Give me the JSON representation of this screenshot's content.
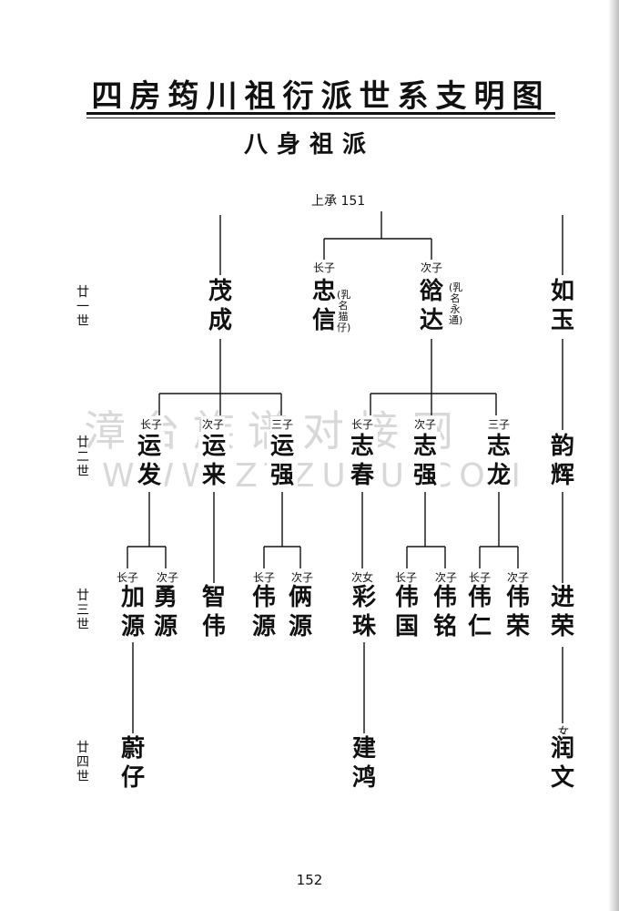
{
  "title": "四房筠川祖衍派世系支明图",
  "subtitle": "八身祖派",
  "top_label": "上承 151",
  "page_number": "152",
  "watermark": {
    "line1": "漳台族谱对接网",
    "line2": "WWW.ZTZUPU.COM"
  },
  "generations": [
    {
      "id": "g21",
      "label": "廿一世"
    },
    {
      "id": "g22",
      "label": "廿二世"
    },
    {
      "id": "g23",
      "label": "廿三世"
    },
    {
      "id": "g24",
      "label": "廿四世"
    }
  ],
  "people": [
    {
      "id": "maocheng",
      "name": "茂成",
      "rel": ""
    },
    {
      "id": "zhongxin",
      "name": "忠信",
      "rel": "长子",
      "note": "(乳名猫仔)"
    },
    {
      "id": "hengda",
      "name": "谽达",
      "rel": "次子",
      "note": "(乳名永通)"
    },
    {
      "id": "ruyu",
      "name": "如玉",
      "rel": ""
    },
    {
      "id": "yunfa",
      "name": "运发",
      "rel": "长子"
    },
    {
      "id": "yunlai",
      "name": "运来",
      "rel": "次子"
    },
    {
      "id": "yunqiang",
      "name": "运强",
      "rel": "三子"
    },
    {
      "id": "zhichun",
      "name": "志春",
      "rel": "长子"
    },
    {
      "id": "zhiqiang",
      "name": "志强",
      "rel": "次子"
    },
    {
      "id": "zhilong",
      "name": "志龙",
      "rel": "三子"
    },
    {
      "id": "yunhui",
      "name": "韵辉",
      "rel": ""
    },
    {
      "id": "jiayuan",
      "name": "加源",
      "rel": "长子"
    },
    {
      "id": "yongyuan",
      "name": "勇源",
      "rel": "次子"
    },
    {
      "id": "zhiwei",
      "name": "智伟",
      "rel": ""
    },
    {
      "id": "weiyuan",
      "name": "伟源",
      "rel": "长子"
    },
    {
      "id": "liangyuan",
      "name": "俩源",
      "rel": "次子"
    },
    {
      "id": "caizhu",
      "name": "彩珠",
      "rel": "次女"
    },
    {
      "id": "weiguo",
      "name": "伟国",
      "rel": "长子"
    },
    {
      "id": "weiming",
      "name": "伟铭",
      "rel": "次子"
    },
    {
      "id": "weiren",
      "name": "伟仁",
      "rel": "长子"
    },
    {
      "id": "weirong",
      "name": "伟荣",
      "rel": "次子"
    },
    {
      "id": "jinrong",
      "name": "进荣",
      "rel": ""
    },
    {
      "id": "weizai",
      "name": "蔚仔",
      "rel": ""
    },
    {
      "id": "jianhong",
      "name": "建鸿",
      "rel": ""
    },
    {
      "id": "runwen",
      "name": "润文",
      "rel": "女"
    }
  ]
}
